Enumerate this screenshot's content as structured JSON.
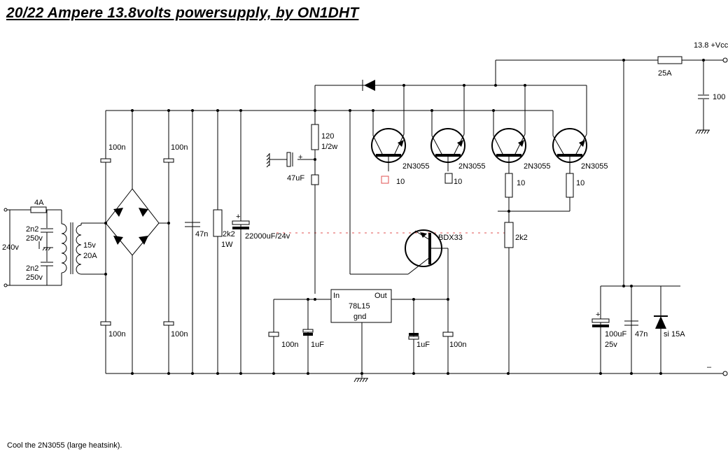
{
  "title": "20/22 Ampere 13.8volts powersupply, by ON1DHT",
  "footnote": "Cool the  2N3055 (large heatsink).",
  "labels": {
    "vcc": "13.8 +Vcc",
    "fuse_out": "25A",
    "cap_out": "100",
    "fuse_in": "4A",
    "mains": "240v",
    "c_mains_top": "2n2",
    "c_mains_top_v": "250v",
    "c_mains_bot": "2n2",
    "c_mains_bot_v": "250v",
    "sec_v": "15v",
    "sec_a": "20A",
    "br_c1": "100n",
    "br_c2": "100n",
    "br_c3": "100n",
    "br_c4": "100n",
    "c47n": "47n",
    "r2k2_a": "2k2",
    "r2k2_b": "1W",
    "celko": "22000uF/24v",
    "r120_a": "120",
    "r120_b": "1/2w",
    "c47u": "47uF",
    "q1": "2N3055",
    "q2": "2N3055",
    "q3": "2N3055",
    "q4": "2N3055",
    "re1": "10",
    "re2": "10",
    "re3": "10",
    "re4": "10",
    "bdx": "BDX33",
    "r2k2_fb": "2k2",
    "reg_in": "In",
    "reg_out": "Out",
    "reg_name": "78L15",
    "reg_gnd": "gnd",
    "c_in1": "100n",
    "c_in2": "1uF",
    "c_out1": "1uF",
    "c_out2": "100n",
    "c_fin1_a": "100uF",
    "c_fin1_b": "25v",
    "c_fin2": "47n",
    "zener": "si 15A",
    "minus": "–"
  }
}
